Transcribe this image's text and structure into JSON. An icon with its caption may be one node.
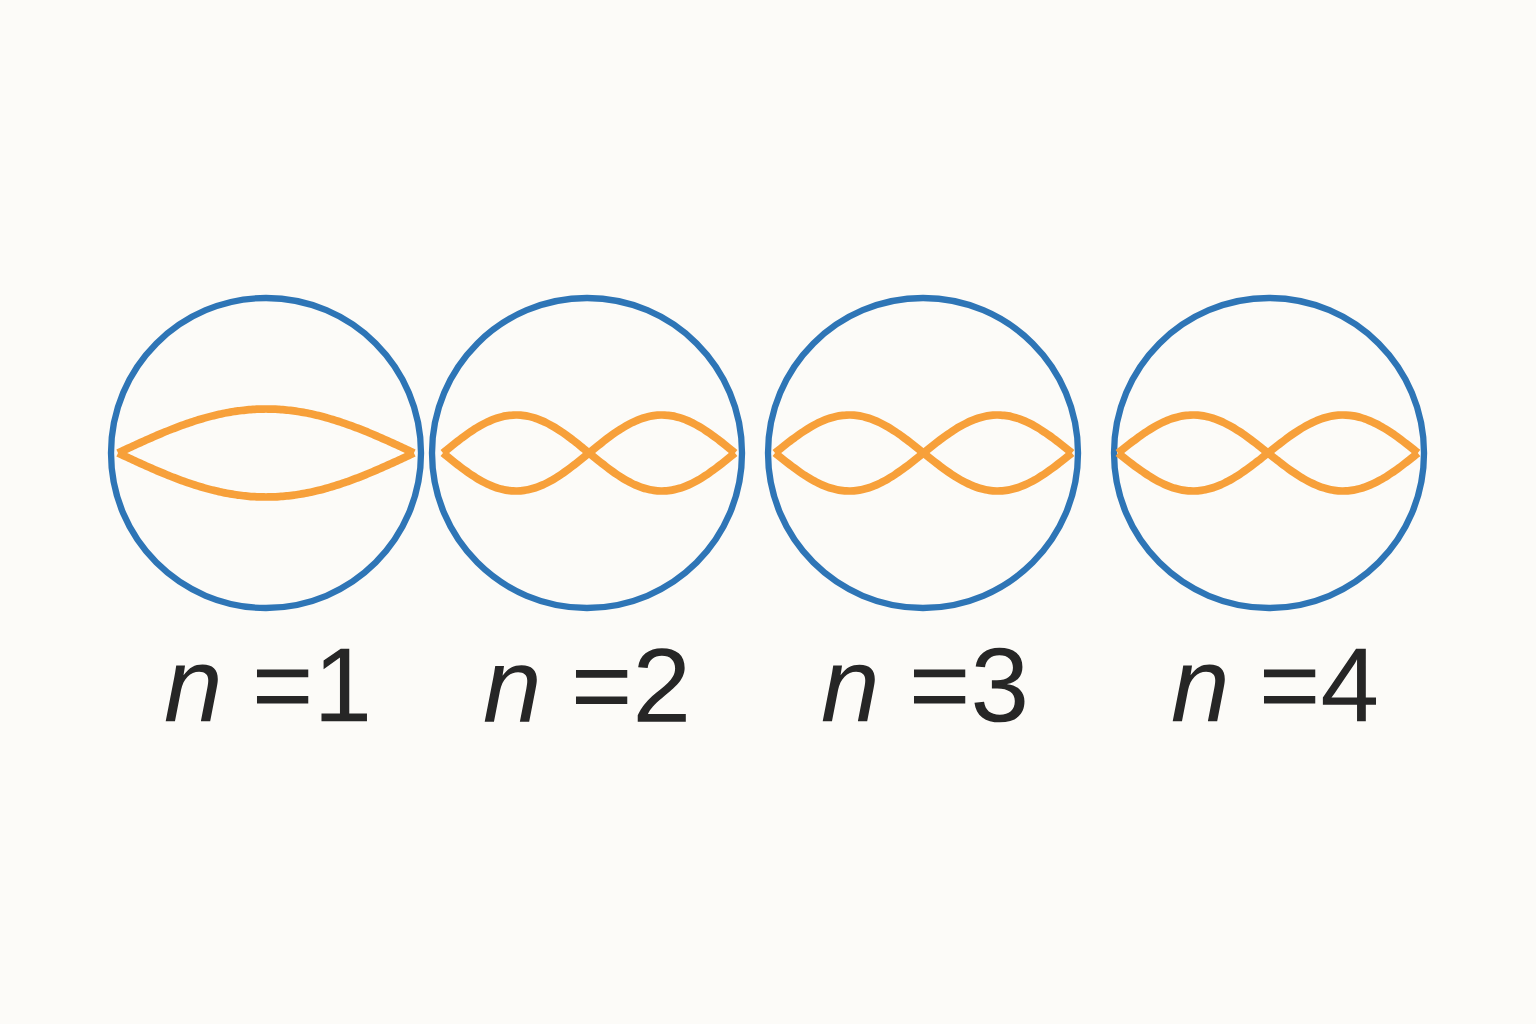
{
  "diagram": {
    "labels": [
      "*n* =1",
      "*n* =2",
      "*n* =3",
      "*n* =4"
    ]
  }
}
